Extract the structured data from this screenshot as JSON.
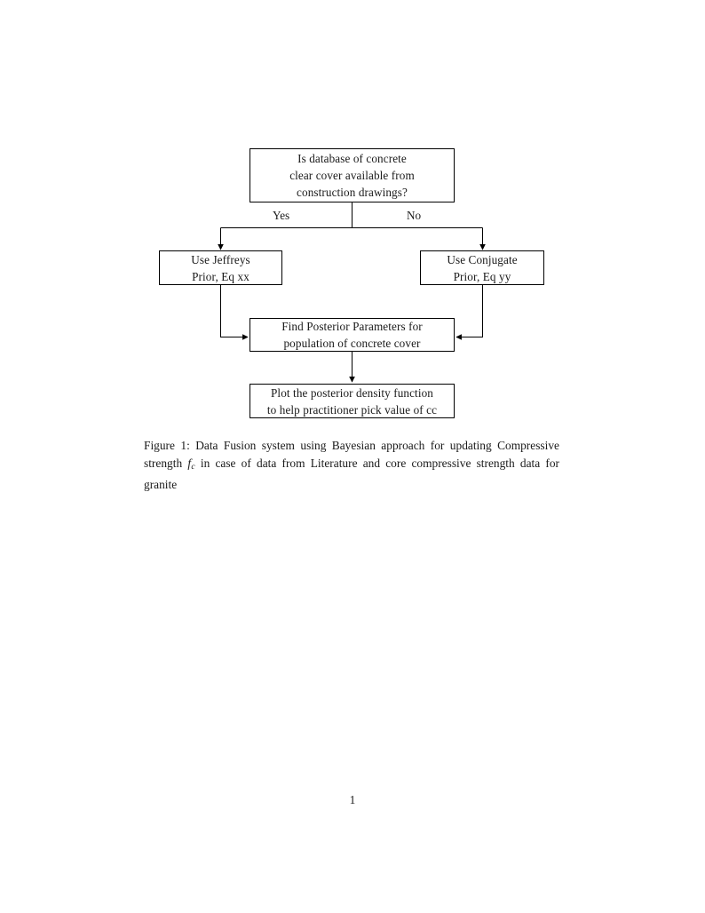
{
  "document": {
    "page_number": "1",
    "background_color": "#ffffff",
    "text_color": "#1a1a1a",
    "line_color": "#000000"
  },
  "figure": {
    "type": "flowchart",
    "nodes": [
      {
        "id": "question",
        "shape": "rectangle",
        "lines": [
          "Is database of concrete",
          "clear cover available from",
          "construction drawings?"
        ]
      },
      {
        "id": "jeffreys",
        "shape": "rectangle",
        "lines": [
          "Use Jeffreys",
          "Prior, Eq xx"
        ]
      },
      {
        "id": "conjugate",
        "shape": "rectangle",
        "lines": [
          "Use Conjugate",
          "Prior, Eq yy"
        ]
      },
      {
        "id": "posterior",
        "shape": "rectangle",
        "lines": [
          "Find Posterior Parameters for",
          "population of concrete cover"
        ]
      },
      {
        "id": "plot",
        "shape": "rectangle",
        "lines": [
          "Plot the posterior density function",
          "to help practitioner pick value of cc"
        ]
      }
    ],
    "edge_labels": {
      "yes": "Yes",
      "no": "No"
    },
    "edges": [
      {
        "from": "question",
        "to": "jeffreys",
        "label": "Yes"
      },
      {
        "from": "question",
        "to": "conjugate",
        "label": "No"
      },
      {
        "from": "jeffreys",
        "to": "posterior",
        "label": ""
      },
      {
        "from": "conjugate",
        "to": "posterior",
        "label": ""
      },
      {
        "from": "posterior",
        "to": "plot",
        "label": ""
      }
    ]
  },
  "caption": {
    "label": "Figure 1:",
    "text_part_1": "Data Fusion system using Bayesian approach for updating Compressive strength",
    "math_variable": "f",
    "math_subscript": "c",
    "text_part_2": "in case of data from Literature and core compressive strength data for granite"
  }
}
